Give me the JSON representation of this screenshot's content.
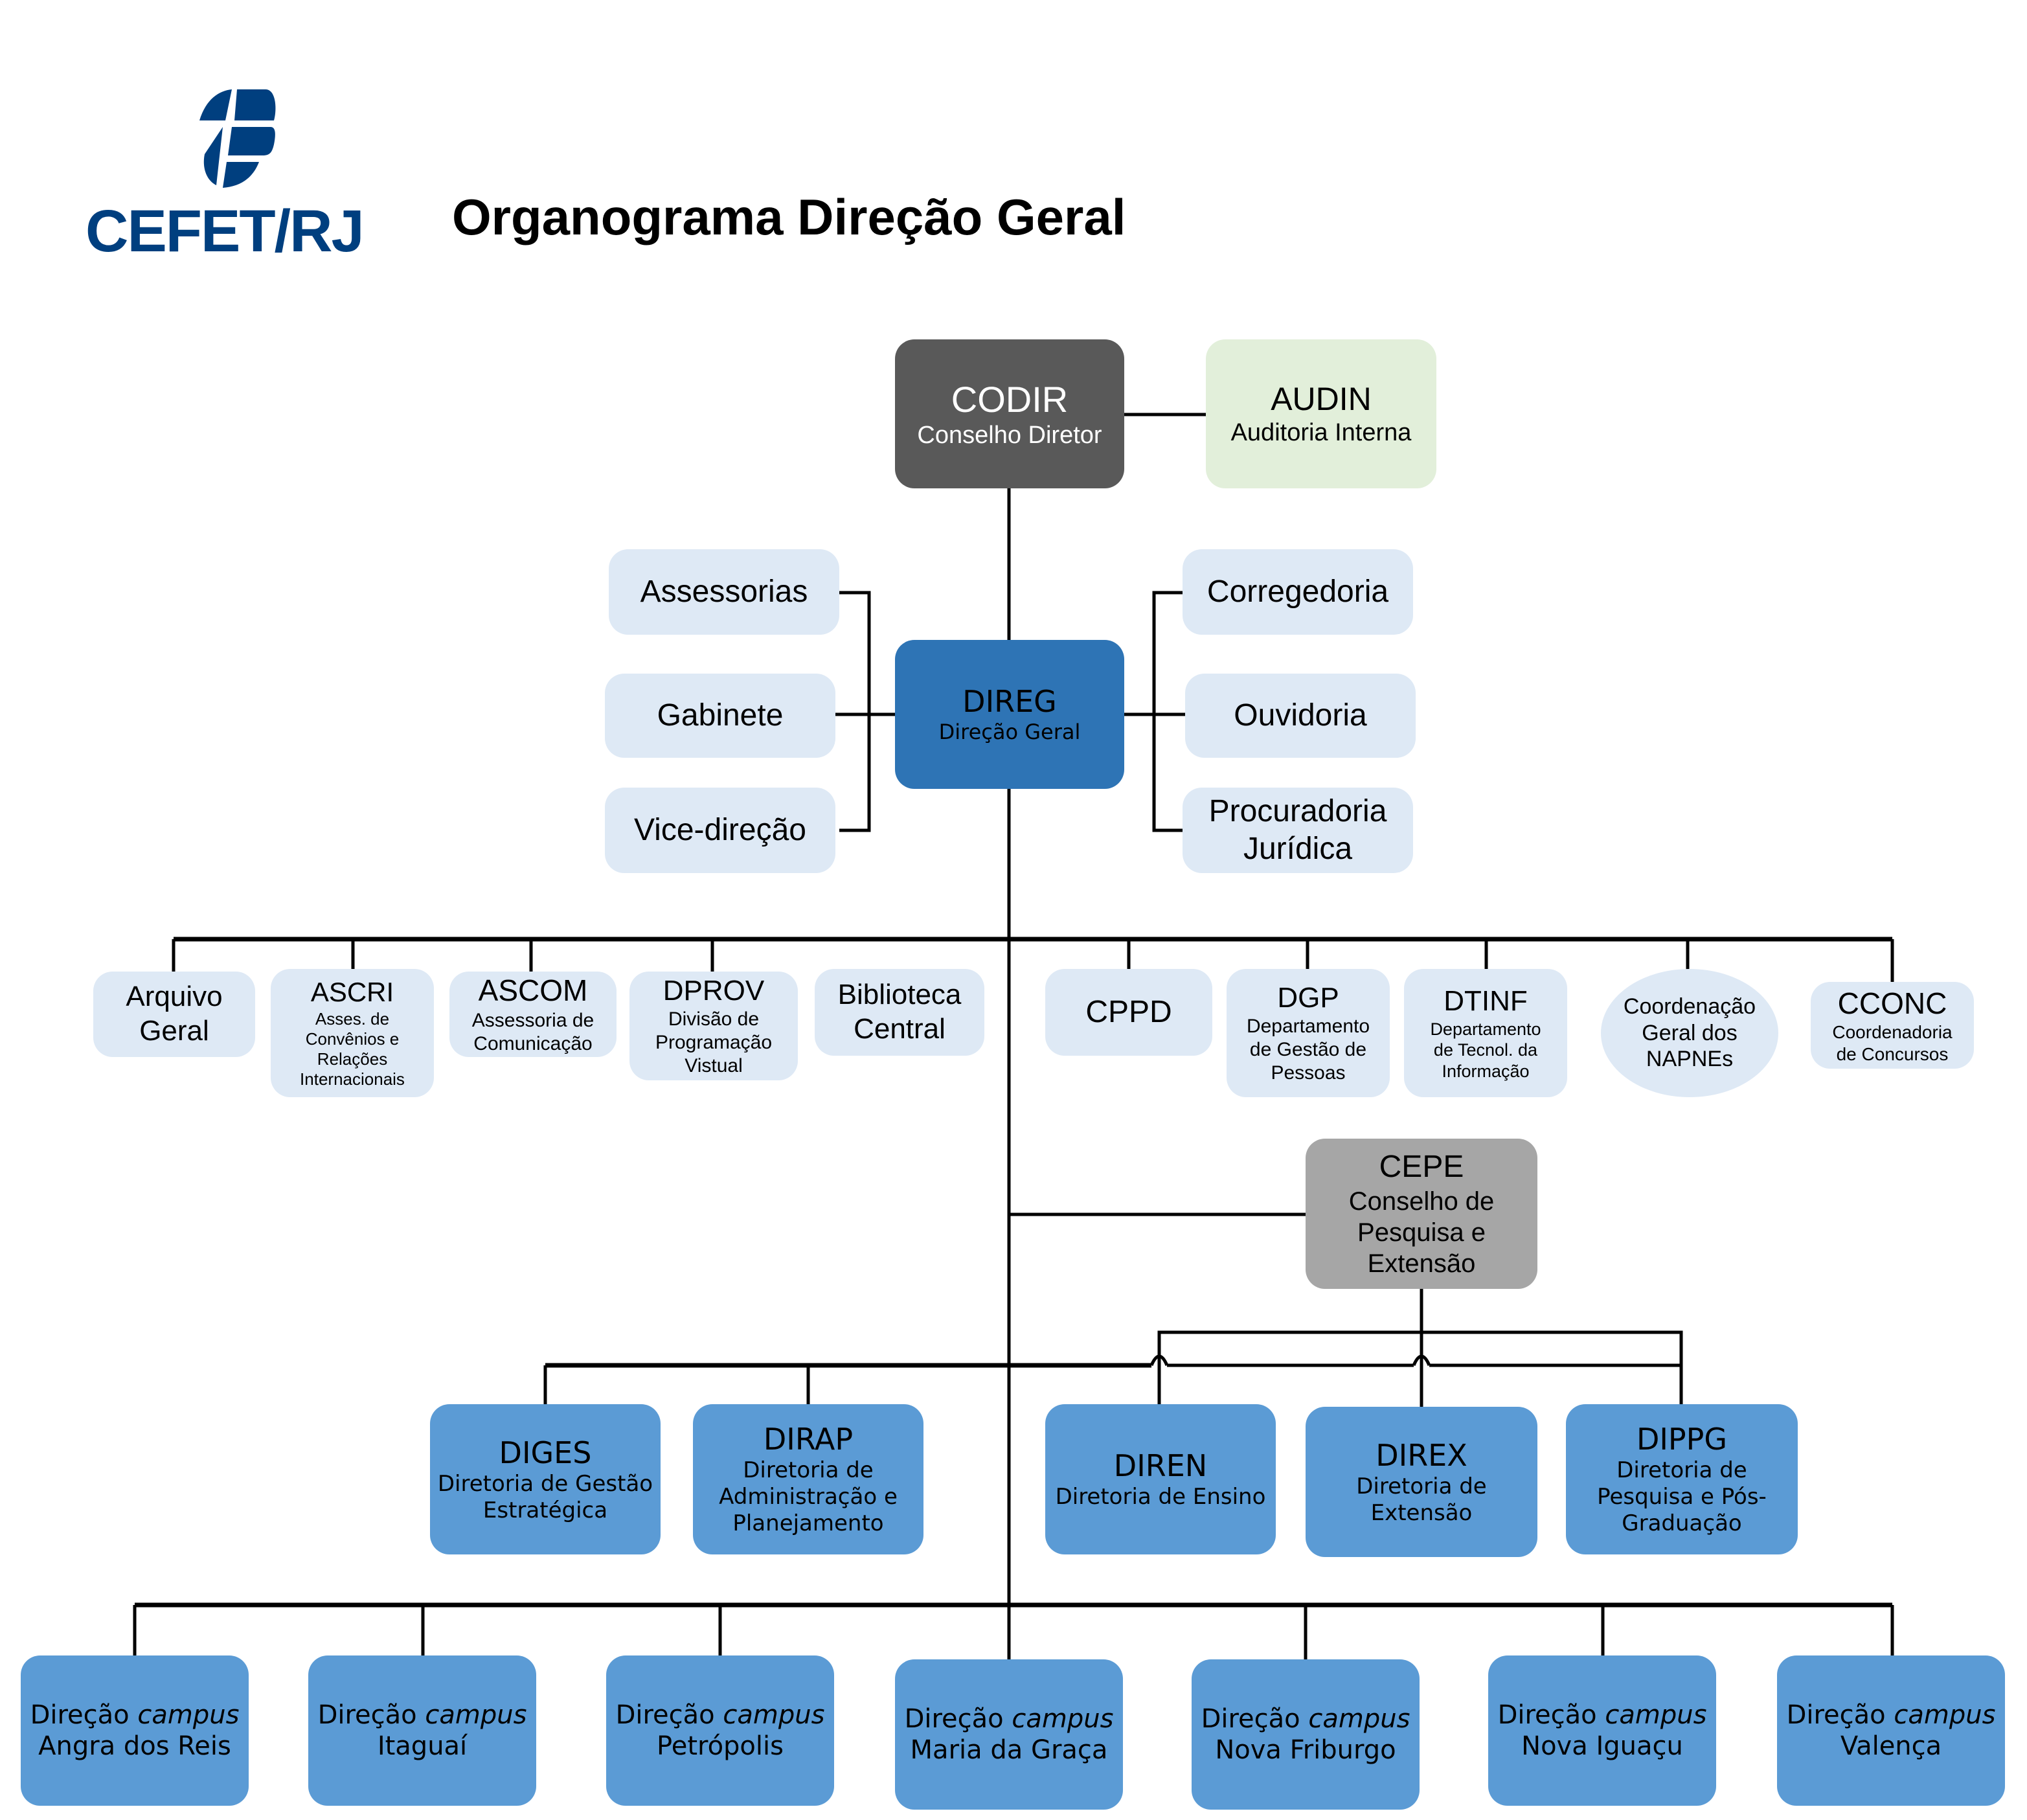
{
  "header": {
    "logo_text": "CEFET/RJ",
    "logo_icon": "cefet-logo-icon",
    "title": "Organograma Direção Geral"
  },
  "colors": {
    "logo_blue": "#003f7f",
    "codir": "#595959",
    "audin": "#e2efda",
    "direg": "#2e74b5",
    "light_unit": "#dee9f5",
    "directorate": "#5b9bd5",
    "cepe": "#a6a6a6"
  },
  "top": {
    "codir": {
      "acronym": "CODIR",
      "name": "Conselho Diretor"
    },
    "audin": {
      "acronym": "AUDIN",
      "name": "Auditoria Interna"
    }
  },
  "direg": {
    "acronym": "DIREG",
    "name": "Direção Geral"
  },
  "left_units": [
    {
      "label": "Assessorias"
    },
    {
      "label": "Gabinete"
    },
    {
      "label": "Vice-direção"
    }
  ],
  "right_units": [
    {
      "label": "Corregedoria"
    },
    {
      "label": "Ouvidoria"
    },
    {
      "label": "Procuradoria Jurídica",
      "line1": "Procuradoria",
      "line2": "Jurídica"
    }
  ],
  "staff_units": [
    {
      "acronym": "",
      "name_lines": [
        "Arquivo",
        "Geral"
      ]
    },
    {
      "acronym": "ASCRI",
      "name_lines": [
        "Asses. de",
        "Convênios e",
        "Relações",
        "Internacionais"
      ]
    },
    {
      "acronym": "ASCOM",
      "name_lines": [
        "Assessoria de",
        "Comunicação"
      ]
    },
    {
      "acronym": "DPROV",
      "name_lines": [
        "Divisão de",
        "Programação",
        "Vistual"
      ]
    },
    {
      "acronym": "",
      "name_lines": [
        "Biblioteca",
        "Central"
      ]
    },
    {
      "acronym": "CPPD",
      "name_lines": []
    },
    {
      "acronym": "DGP",
      "name_lines": [
        "Departamento",
        "de Gestão de",
        "Pessoas"
      ]
    },
    {
      "acronym": "DTINF",
      "name_lines": [
        "Departamento",
        "de Tecnol. da",
        "Informação"
      ]
    },
    {
      "acronym": "",
      "name_lines": [
        "Coordenação",
        "Geral dos",
        "NAPNEs"
      ]
    },
    {
      "acronym": "CCONC",
      "name_lines": [
        "Coordenadoria",
        "de Concursos"
      ]
    }
  ],
  "cepe": {
    "acronym": "CEPE",
    "name_lines": [
      "Conselho de",
      "Pesquisa e",
      "Extensão"
    ]
  },
  "directorates": [
    {
      "acronym": "DIGES",
      "name_lines": [
        "Diretoria de Gestão",
        "Estratégica"
      ]
    },
    {
      "acronym": "DIRAP",
      "name_lines": [
        "Diretoria de",
        "Administração e",
        "Planejamento"
      ]
    },
    {
      "acronym": "DIREN",
      "name_lines": [
        "Diretoria de Ensino"
      ]
    },
    {
      "acronym": "DIREX",
      "name_lines": [
        "Diretoria de",
        "Extensão"
      ]
    },
    {
      "acronym": "DIPPG",
      "name_lines": [
        "Diretoria de",
        "Pesquisa e Pós-",
        "Graduação"
      ]
    }
  ],
  "campuses": {
    "prefix": "Direção",
    "italic_word": "campus",
    "items": [
      "Angra dos Reis",
      "Itaguaí",
      "Petrópolis",
      "Maria da Graça",
      "Nova Friburgo",
      "Nova Iguaçu",
      "Valença"
    ]
  }
}
